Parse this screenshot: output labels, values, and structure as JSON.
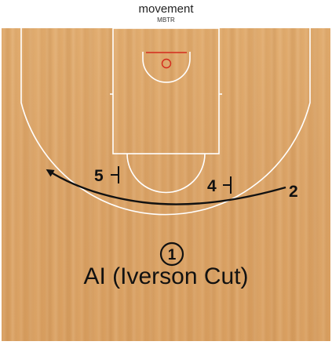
{
  "header": {
    "title": "movement",
    "subtitle": "MBTR"
  },
  "players": {
    "p1": "1",
    "p2": "2",
    "p4": "4",
    "p5": "5"
  },
  "caption": "AI (Iverson Cut)",
  "colors": {
    "court_wood": "#dba366",
    "court_lines": "#ffffff",
    "rim": "#d42a1c",
    "ink": "#111111"
  }
}
